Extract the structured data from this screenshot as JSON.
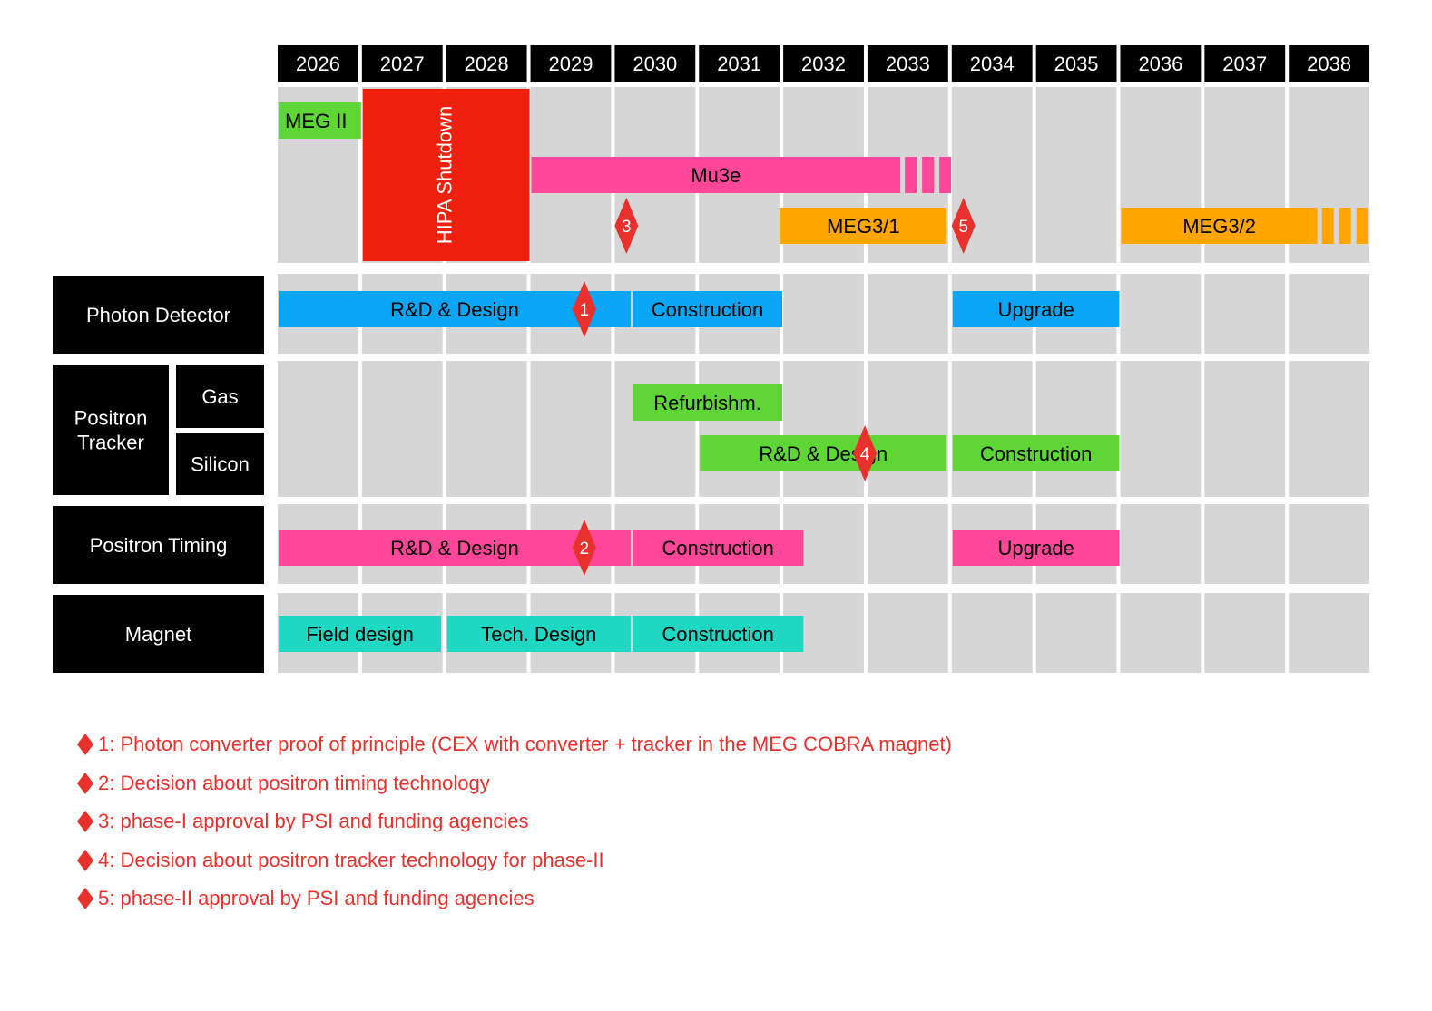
{
  "chart_data": {
    "type": "gantt",
    "years": [
      "2026",
      "2027",
      "2028",
      "2029",
      "2030",
      "2031",
      "2032",
      "2033",
      "2034",
      "2035",
      "2036",
      "2037",
      "2038"
    ],
    "rows": [
      {
        "id": "photon",
        "label": "Photon Detector"
      },
      {
        "id": "tracker",
        "label": "Positron\nTracker",
        "sublabels": [
          {
            "id": "gas",
            "label": "Gas"
          },
          {
            "id": "silicon",
            "label": "Silicon"
          }
        ]
      },
      {
        "id": "timing",
        "label": "Positron Timing"
      },
      {
        "id": "magnet",
        "label": "Magnet"
      }
    ],
    "bars": [
      {
        "label": "MEG II",
        "row": "top",
        "lane": 1,
        "start": 2026.0,
        "end": 2027.0,
        "color": "#5ed636",
        "text_align": "left"
      },
      {
        "label": "HIPA Shutdown",
        "row": "top",
        "lane": "all",
        "start": 2027.0,
        "end": 2029.0,
        "color": "#f0200e",
        "text_color": "#ffffff",
        "vertical": true
      },
      {
        "label": "Mu3e",
        "row": "top",
        "lane": 2,
        "start": 2029.0,
        "end": 2033.4,
        "color": "#ff479a",
        "continues": true
      },
      {
        "label": "MEG3/1",
        "row": "top",
        "lane": 3,
        "start": 2031.95,
        "end": 2033.95,
        "color": "#ffa500"
      },
      {
        "label": "MEG3/2",
        "row": "top",
        "lane": 3,
        "start": 2036.0,
        "end": 2038.35,
        "color": "#ffa500",
        "continues": true
      },
      {
        "label": "R&D & Design",
        "row": "photon",
        "start": 2026.0,
        "end": 2030.2,
        "color": "#0ba5f5"
      },
      {
        "label": "Construction",
        "row": "photon",
        "start": 2030.2,
        "end": 2032.0,
        "color": "#0ba5f5"
      },
      {
        "label": "Upgrade",
        "row": "photon",
        "start": 2034.0,
        "end": 2036.0,
        "color": "#0ba5f5"
      },
      {
        "label": "Refurbishm.",
        "row": "gas",
        "start": 2030.2,
        "end": 2032.0,
        "color": "#5ed636"
      },
      {
        "label": "R&D & Design",
        "row": "silicon",
        "start": 2031.0,
        "end": 2033.95,
        "color": "#5ed636"
      },
      {
        "label": "Construction",
        "row": "silicon",
        "start": 2034.0,
        "end": 2036.0,
        "color": "#5ed636"
      },
      {
        "label": "R&D & Design",
        "row": "timing",
        "start": 2026.0,
        "end": 2030.2,
        "color": "#ff479a"
      },
      {
        "label": "Construction",
        "row": "timing",
        "start": 2030.2,
        "end": 2032.25,
        "color": "#ff479a"
      },
      {
        "label": "Upgrade",
        "row": "timing",
        "start": 2034.0,
        "end": 2036.0,
        "color": "#ff479a"
      },
      {
        "label": "Field design",
        "row": "magnet",
        "start": 2026.0,
        "end": 2027.95,
        "color": "#1ed8c3"
      },
      {
        "label": "Tech. Design",
        "row": "magnet",
        "start": 2028.0,
        "end": 2030.2,
        "color": "#1ed8c3"
      },
      {
        "label": "Construction",
        "row": "magnet",
        "start": 2030.2,
        "end": 2032.25,
        "color": "#1ed8c3"
      }
    ],
    "milestones": [
      {
        "id": "1",
        "row": "photon",
        "x": 2029.65,
        "color": "#e8302c"
      },
      {
        "id": "2",
        "row": "timing",
        "x": 2029.65,
        "color": "#e8302c"
      },
      {
        "id": "3",
        "row": "top",
        "lane": 3,
        "x": 2030.15,
        "color": "#e8302c"
      },
      {
        "id": "4",
        "row": "silicon",
        "x": 2032.98,
        "color": "#e8302c"
      },
      {
        "id": "5",
        "row": "top",
        "lane": 3,
        "x": 2034.15,
        "color": "#e8302c"
      }
    ],
    "legend": [
      {
        "marker": "1",
        "text": "1: Photon converter proof of principle (CEX with converter + tracker in the MEG COBRA magnet)"
      },
      {
        "marker": "2",
        "text": "2: Decision about positron timing technology"
      },
      {
        "marker": "3",
        "text": "3: phase-I approval by PSI and funding agencies"
      },
      {
        "marker": "4",
        "text": "4: Decision about positron tracker technology for phase-II"
      },
      {
        "marker": "5",
        "text": "5: phase-II approval by PSI and funding agencies"
      }
    ]
  }
}
